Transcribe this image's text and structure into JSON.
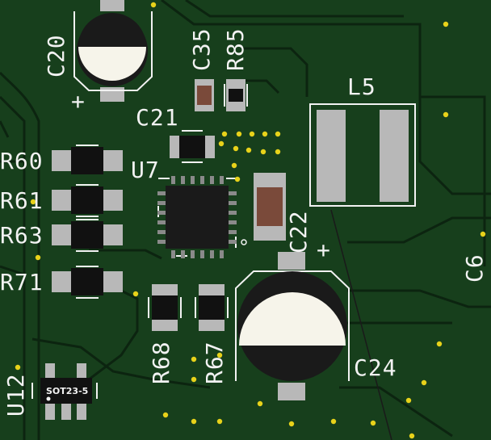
{
  "labels": {
    "c20": "C20",
    "c35": "C35",
    "r85": "R85",
    "l5": "L5",
    "c21": "C21",
    "r60": "R60",
    "u7": "U7",
    "r61": "R61",
    "r63": "R63",
    "c22": "C22",
    "c6": "C6",
    "r71": "R71",
    "r68": "R68",
    "r67": "R67",
    "c24": "C24",
    "u12": "U12",
    "sot": "SOT23-5",
    "plus_c20": "+",
    "plus_c24": "+"
  },
  "colors": {
    "board": "#0e2a12",
    "copper": "#1d4a22",
    "silk": "#f2f2f2",
    "pad": "#b8b8b8",
    "via": "#e8d21a"
  }
}
